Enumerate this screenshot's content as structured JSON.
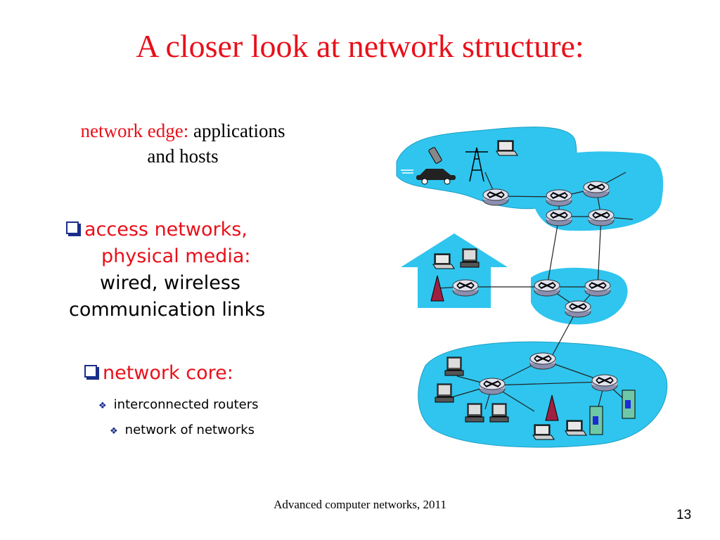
{
  "slide": {
    "title": "A closer look at network structure:",
    "network_edge": {
      "label": "network edge:",
      "text_line1": "applications",
      "text_line2": "and hosts"
    },
    "access": {
      "line1": "access networks,",
      "line2": "physical media:",
      "line3": "wired, wireless",
      "line4": "communication links"
    },
    "core": {
      "label": "network core:",
      "sub_bullets": [
        "interconnected routers",
        "network of networks"
      ]
    },
    "footer": "Advanced computer networks, 2011",
    "page_number": "13"
  },
  "colors": {
    "accent_red": "#e8101a",
    "network_blue": "#2fc5ee",
    "bullet_blue": "#1a2d8a"
  },
  "icons": [
    "router-icon",
    "laptop-icon",
    "pc-icon",
    "server-icon",
    "cellphone-icon",
    "car-icon",
    "antenna-tower-icon",
    "wireless-access-point-icon",
    "house-icon"
  ]
}
